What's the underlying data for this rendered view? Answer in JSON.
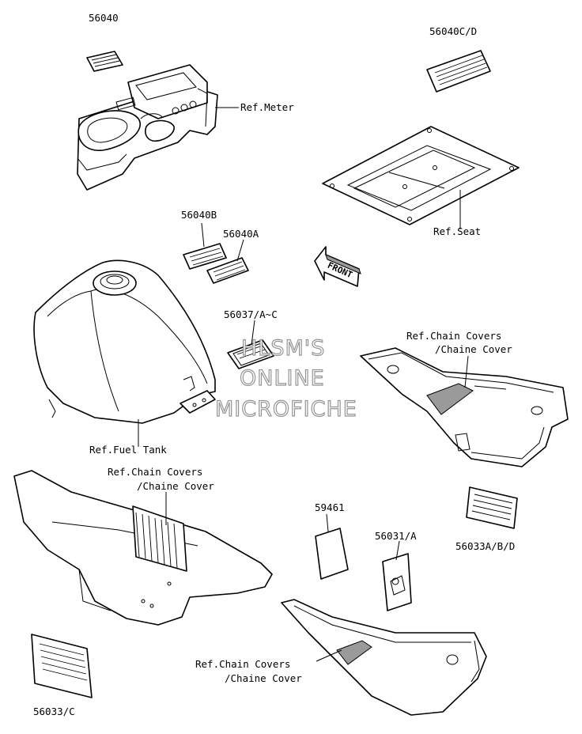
{
  "labels": {
    "p56040": "56040",
    "p56040cd": "56040C/D",
    "ref_meter": "Ref.Meter",
    "ref_seat": "Ref.Seat",
    "p56040b": "56040B",
    "p56040a": "56040A",
    "front": "FRONT",
    "p56037": "56037/A~C",
    "ref_chain1_a": "Ref.Chain Covers",
    "ref_chain1_b": "/Chaine Cover",
    "ref_fuel": "Ref.Fuel Tank",
    "ref_chain2_a": "Ref.Chain Covers",
    "ref_chain2_b": "/Chaine Cover",
    "p59461": "59461",
    "p56031": "56031/A",
    "p56033abd": "56033A/B/D",
    "ref_chain3_a": "Ref.Chain Covers",
    "ref_chain3_b": "/Chaine Cover",
    "p56033c": "56033/C"
  },
  "watermark": {
    "line1": "HLSM'S",
    "line2": "ONLINE",
    "line3": "MICROFICHE"
  }
}
